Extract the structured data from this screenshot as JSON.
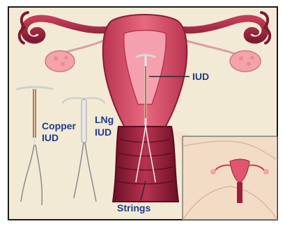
{
  "labels": {
    "copper": [
      "Copper",
      "IUD"
    ],
    "lng": [
      "LNg",
      "IUD"
    ],
    "iud": "IUD",
    "strings": "Strings"
  },
  "colors": {
    "background": "#f3ead6",
    "frame": "#1a1a1a",
    "uterus": "#e0566e",
    "uterus_dark": "#9c1f3a",
    "uterus_light": "#f08c9c",
    "ovary": "#f4a3a8",
    "copper_wire": "#b87333",
    "label": "#1f3a8a",
    "pointer": "#2a2a2a",
    "inset_skin": "#f3dcc6"
  }
}
